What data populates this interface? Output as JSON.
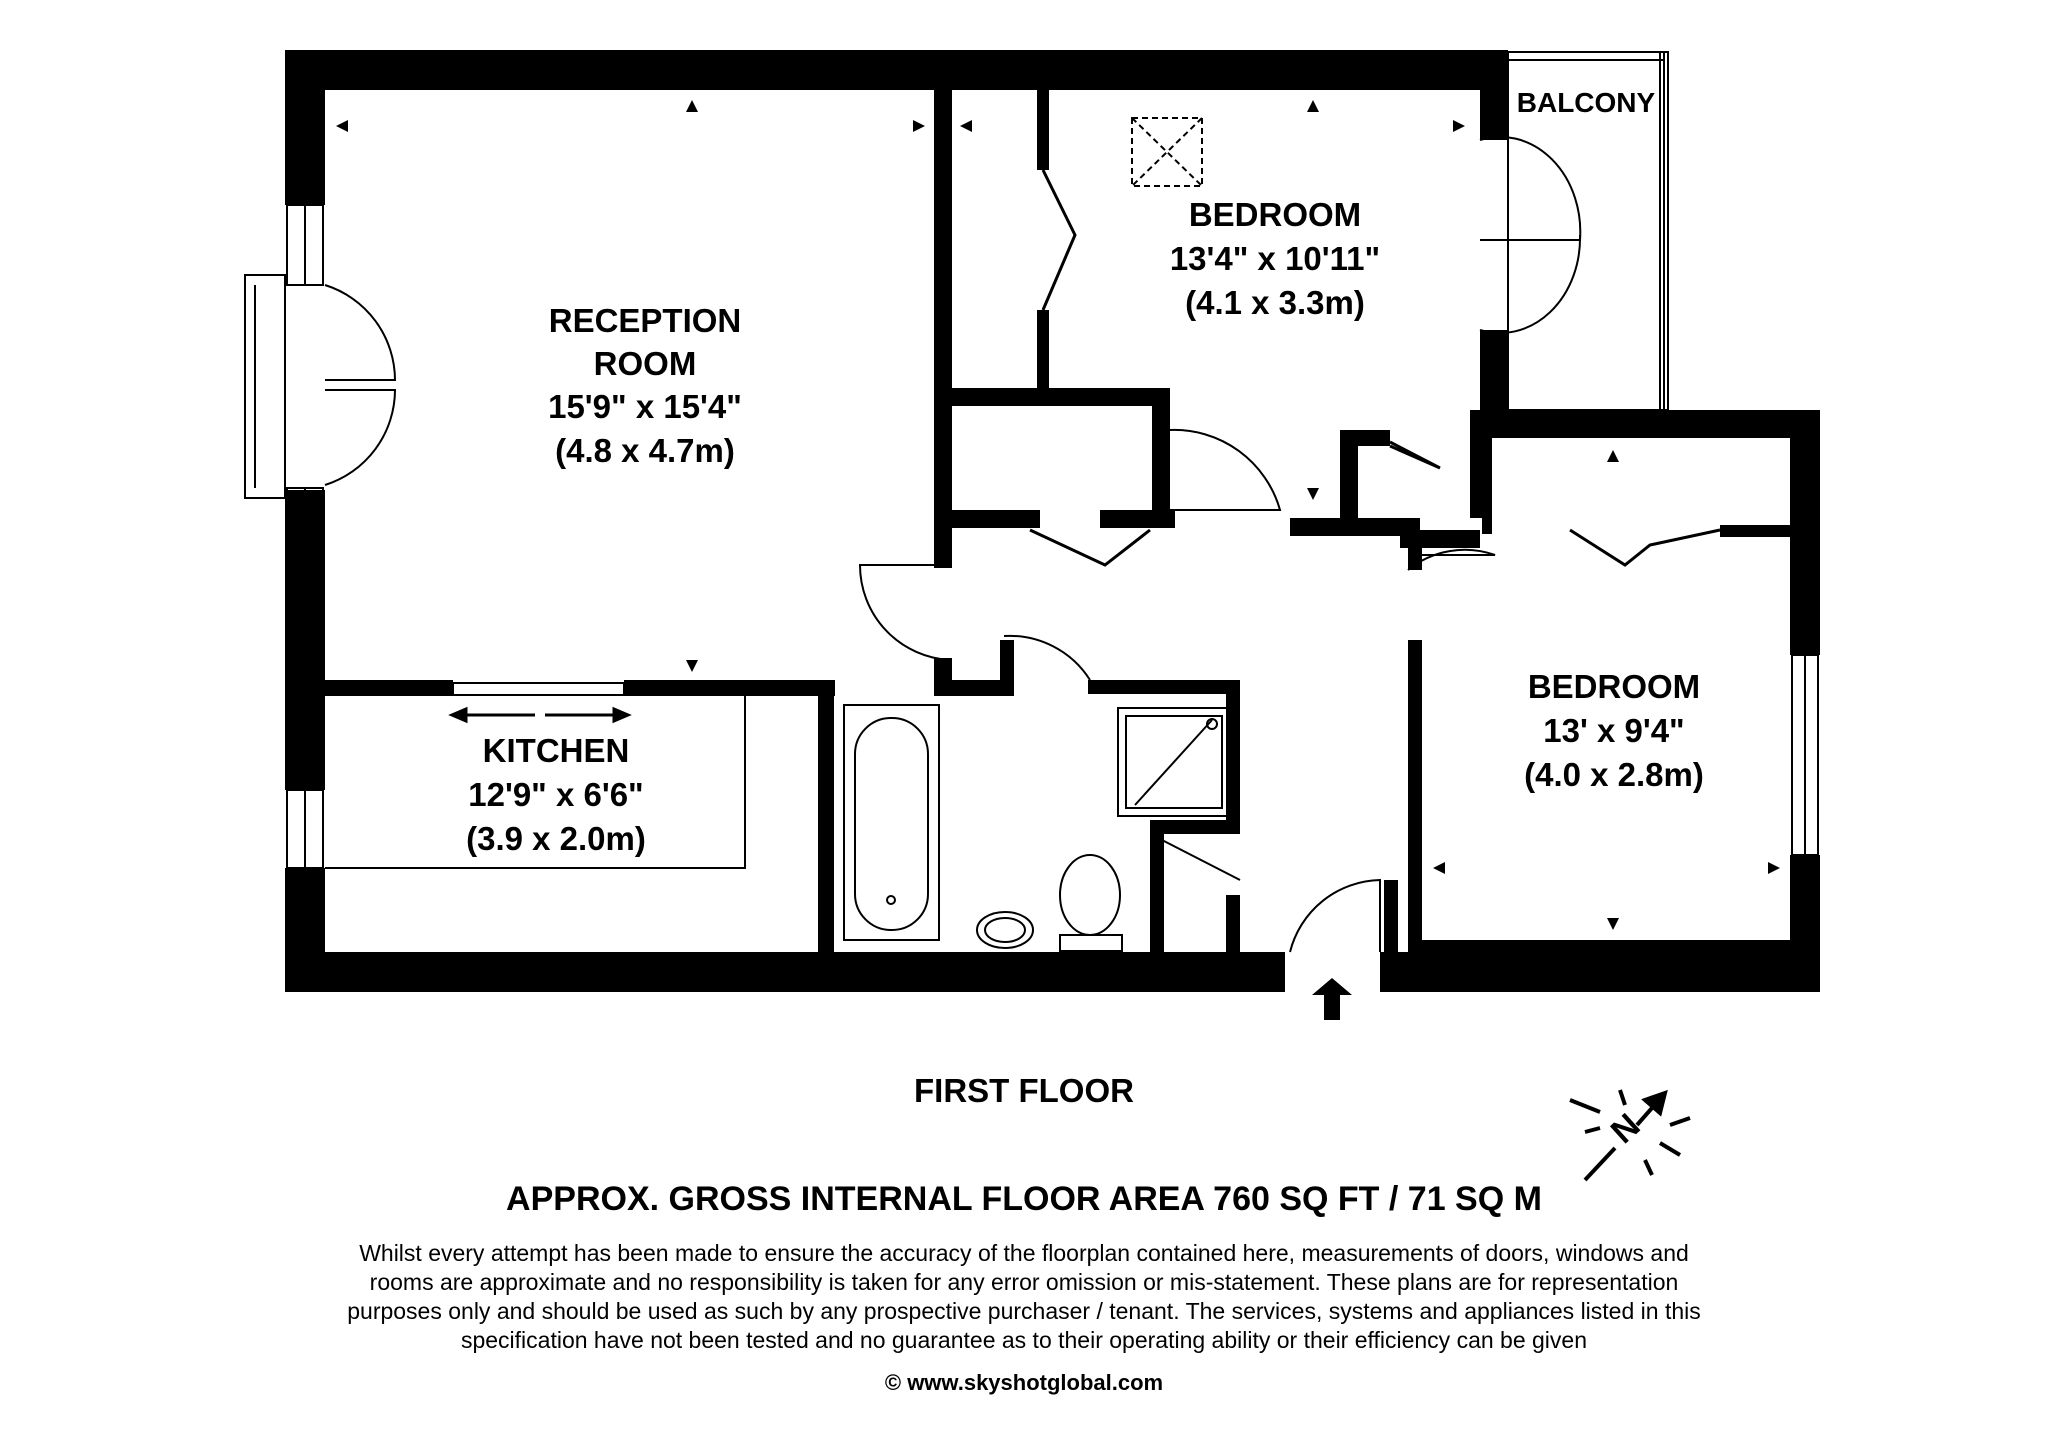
{
  "rooms": {
    "reception": {
      "name_line1": "RECEPTION",
      "name_line2": "ROOM",
      "size_imperial": "15'9\" x 15'4\"",
      "size_metric": "(4.8 x 4.7m)"
    },
    "bedroom_1": {
      "name": "BEDROOM",
      "size_imperial": "13'4\" x 10'11\"",
      "size_metric": "(4.1 x 3.3m)"
    },
    "bedroom_2": {
      "name": "BEDROOM",
      "size_imperial": "13' x 9'4\"",
      "size_metric": "(4.0 x 2.8m)"
    },
    "kitchen": {
      "name": "KITCHEN",
      "size_imperial": "12'9\" x 6'6\"",
      "size_metric": "(3.9 x 2.0m)"
    },
    "balcony": {
      "name": "BALCONY"
    }
  },
  "compass": {
    "label": "N"
  },
  "floor_label": "FIRST FLOOR",
  "area_title": "APPROX. GROSS INTERNAL FLOOR AREA 760 SQ FT / 71 SQ M",
  "disclaimer": {
    "line1": "Whilst every attempt has been made to ensure the accuracy of the floorplan contained here, measurements of doors, windows and",
    "line2": "rooms are approximate and no responsibility is taken for any error omission or mis-statement. These plans are for representation",
    "line3": "purposes only and should  be used as such by any prospective purchaser / tenant. The services, systems and appliances listed in this",
    "line4": "specification have not been tested and no guarantee as to their operating ability or their efficiency can be given"
  },
  "copyright": "© www.skyshotglobal.com"
}
